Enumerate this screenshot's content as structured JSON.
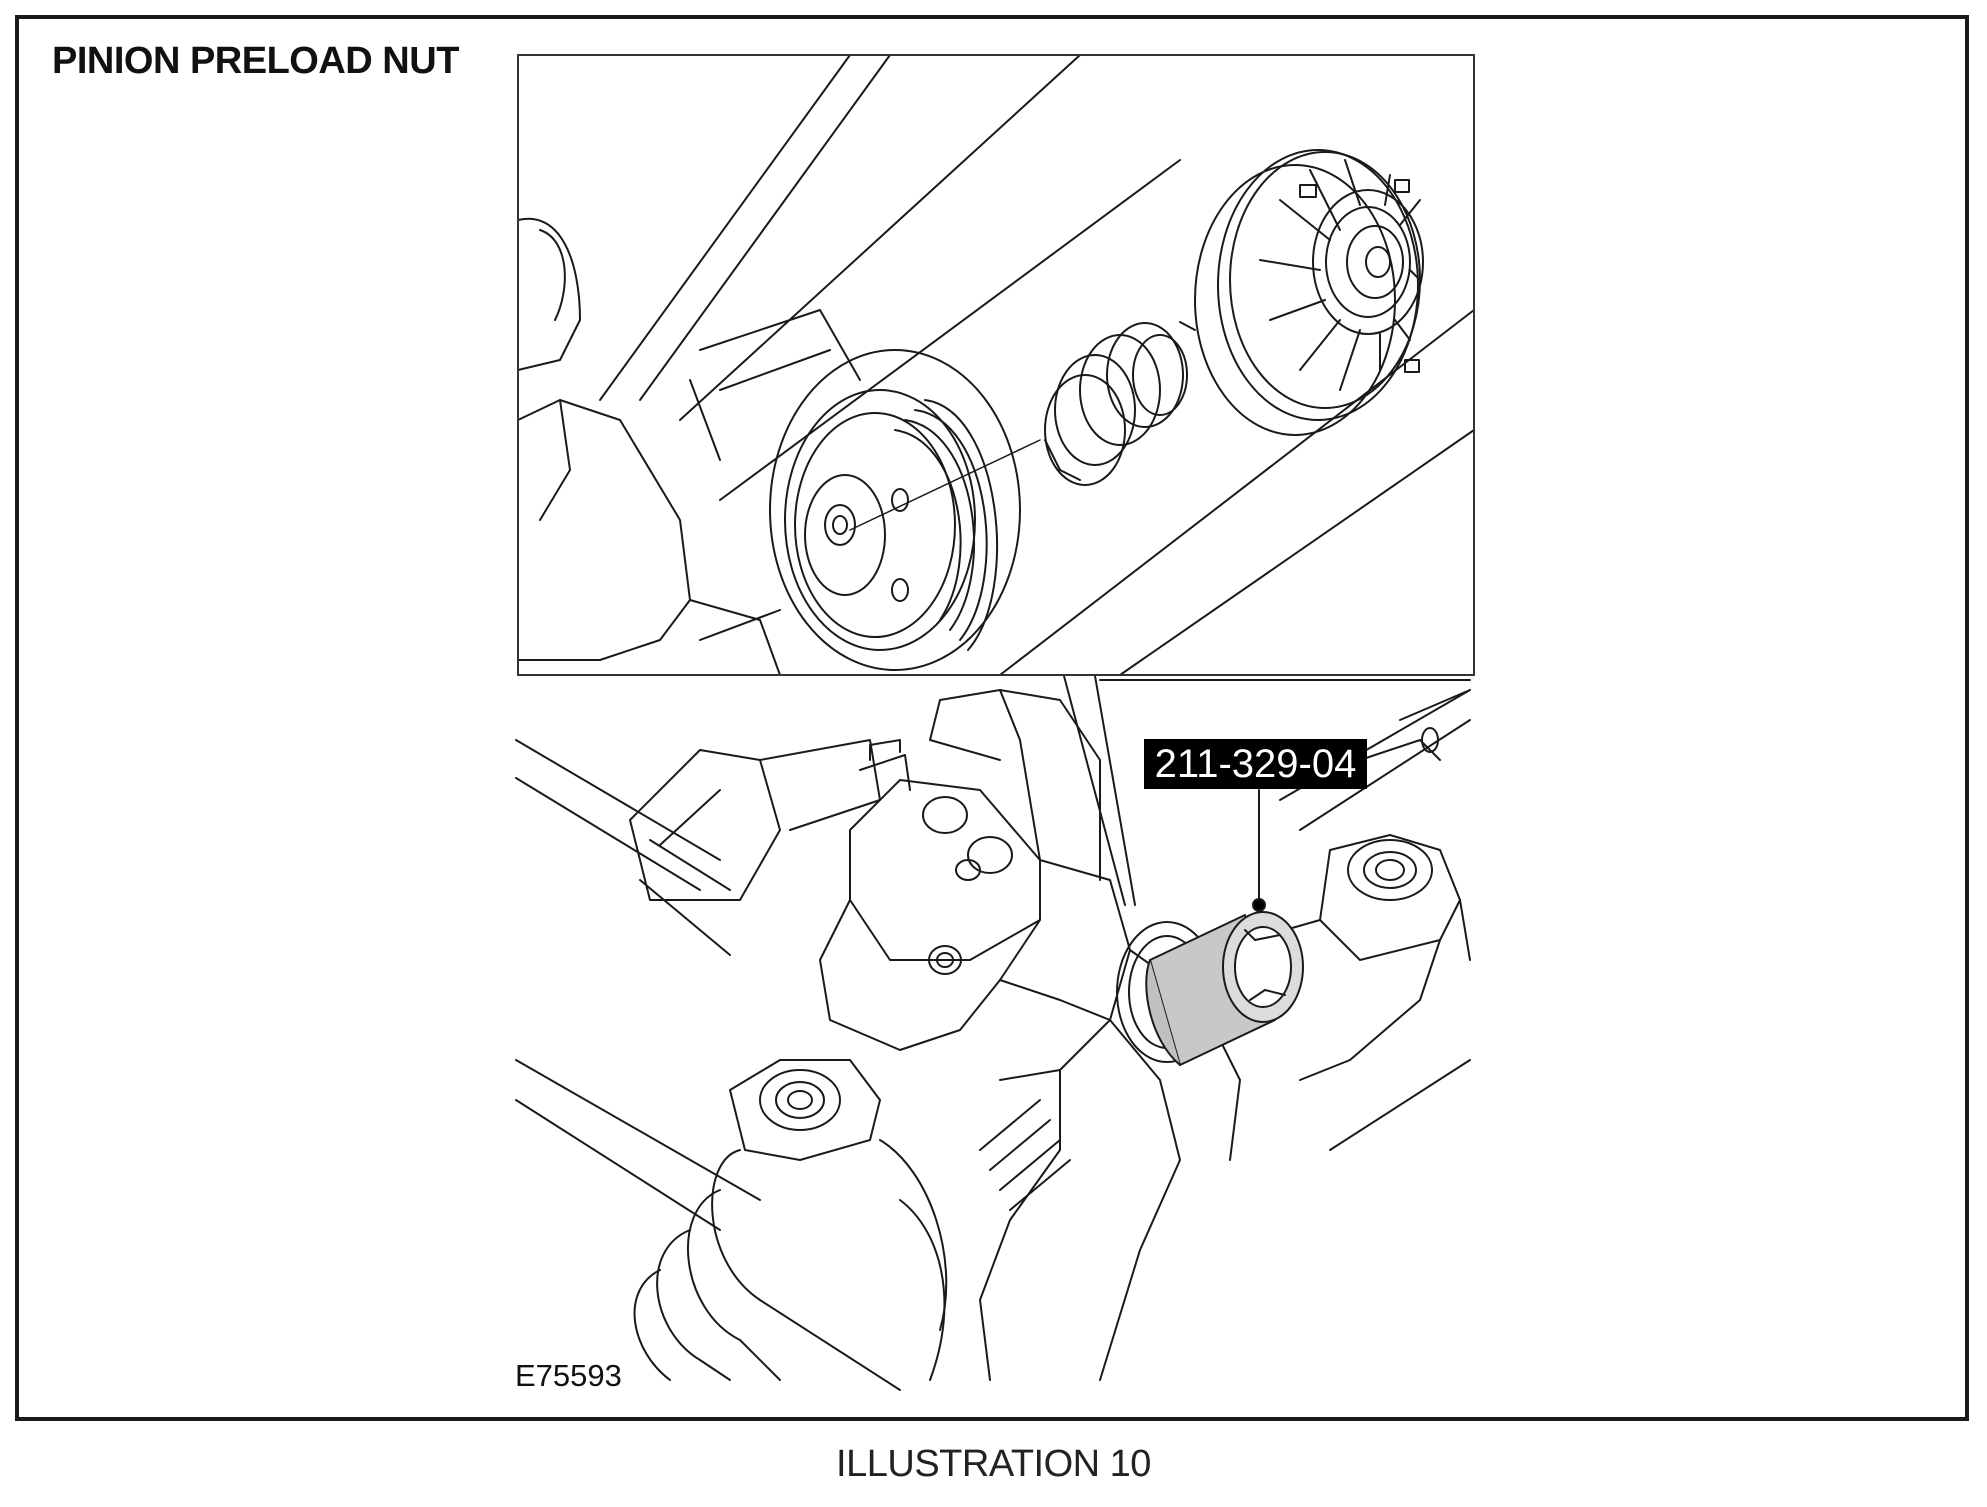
{
  "title": "PINION PRELOAD NUT",
  "tool_callout": "211-329-04",
  "figure_id": "E75593",
  "caption": "ILLUSTRATION 10",
  "colors": {
    "line": "#1a1a1a",
    "tool_fill": "#c8c8c8",
    "label_bg": "#000000",
    "label_text": "#ffffff"
  }
}
